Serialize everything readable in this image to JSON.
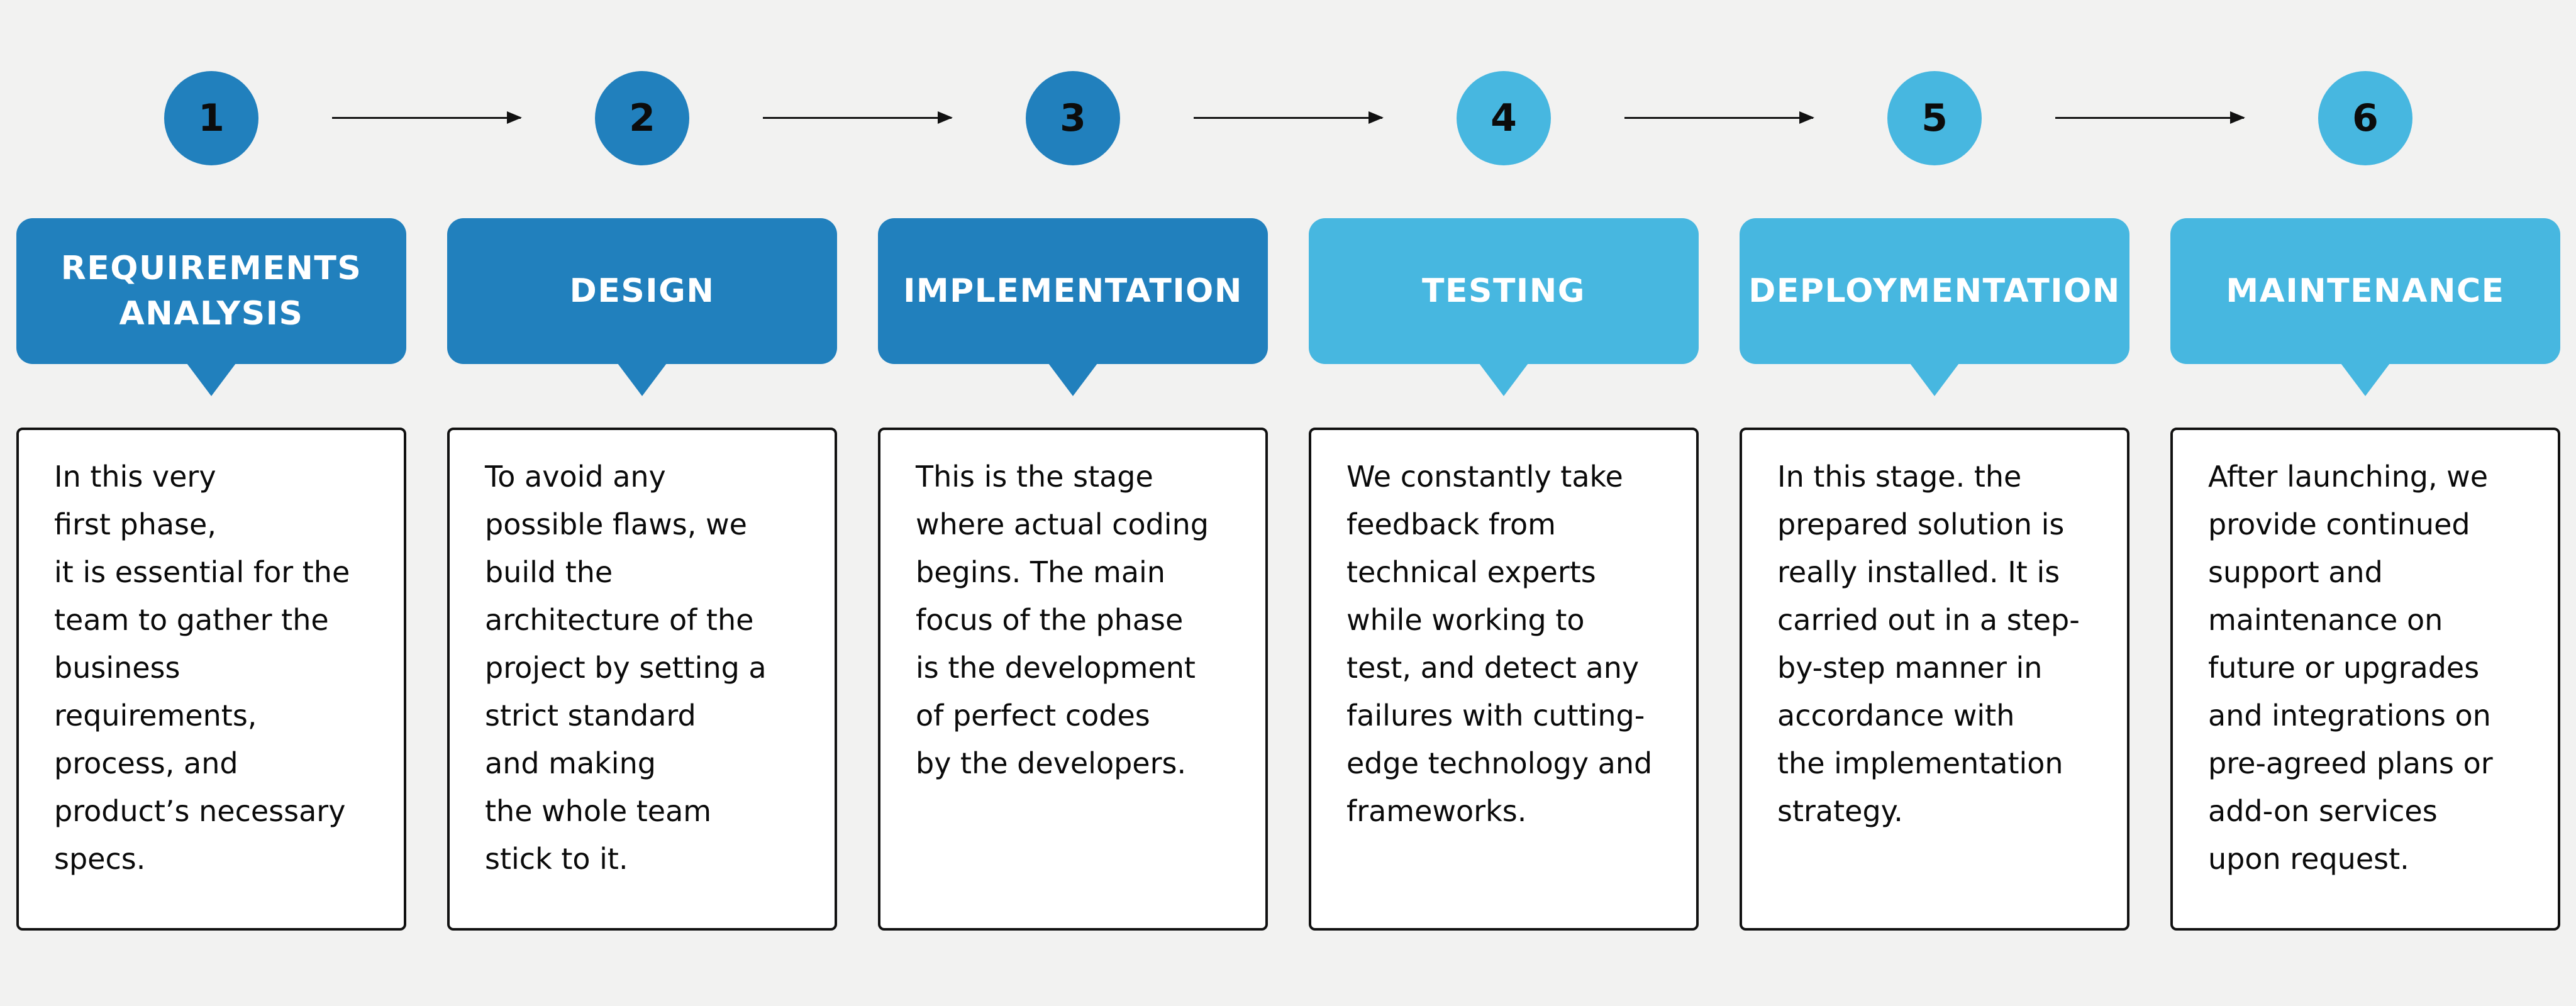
{
  "page": {
    "background": "#f2f2f1",
    "kind": "software-development-life-cycle-infographic"
  },
  "colors": {
    "dark_blue": "#2180bd",
    "light_blue": "#47b7e0",
    "text_dark": "#0a0a0a",
    "card_background": "#ffffff",
    "card_border": "#111111",
    "banner_text": "#ffffff",
    "arrow": "#111111"
  },
  "icons": {
    "flow_arrow": "→"
  },
  "steps": [
    {
      "number": "1",
      "tone": "dark",
      "title": "REQUIREMENTS\nANALYSIS",
      "description": "In this very\nfirst phase,\nit is essential for the\nteam to gather the\nbusiness\nrequirements,\nprocess, and\nproduct’s necessary\nspecs."
    },
    {
      "number": "2",
      "tone": "dark",
      "title": "DESIGN",
      "description": "To avoid any\npossible flaws, we\nbuild the\narchitecture of the\nproject by setting a\nstrict standard\nand making\nthe whole team\nstick to it."
    },
    {
      "number": "3",
      "tone": "dark",
      "title": "IMPLEMENTATION",
      "description": "This is the stage\nwhere actual coding\nbegins. The main\nfocus of the phase\nis the development\nof perfect codes\nby the developers."
    },
    {
      "number": "4",
      "tone": "light",
      "title": "TESTING",
      "description": "We constantly take\nfeedback from\ntechnical experts\nwhile working to\ntest, and detect any\nfailures with cutting-\nedge technology and\nframeworks."
    },
    {
      "number": "5",
      "tone": "light",
      "title": "DEPLOYMENTATION",
      "description": "In this stage. the\nprepared solution is\nreally installed. It is\ncarried out in a step-\nby-step manner in\naccordance with\nthe implementation\nstrategy."
    },
    {
      "number": "6",
      "tone": "light",
      "title": "MAINTENANCE",
      "description": "After launching, we\nprovide continued\nsupport and\nmaintenance on\nfuture or upgrades\nand integrations on\npre-agreed plans or\nadd-on services\nupon request."
    }
  ]
}
